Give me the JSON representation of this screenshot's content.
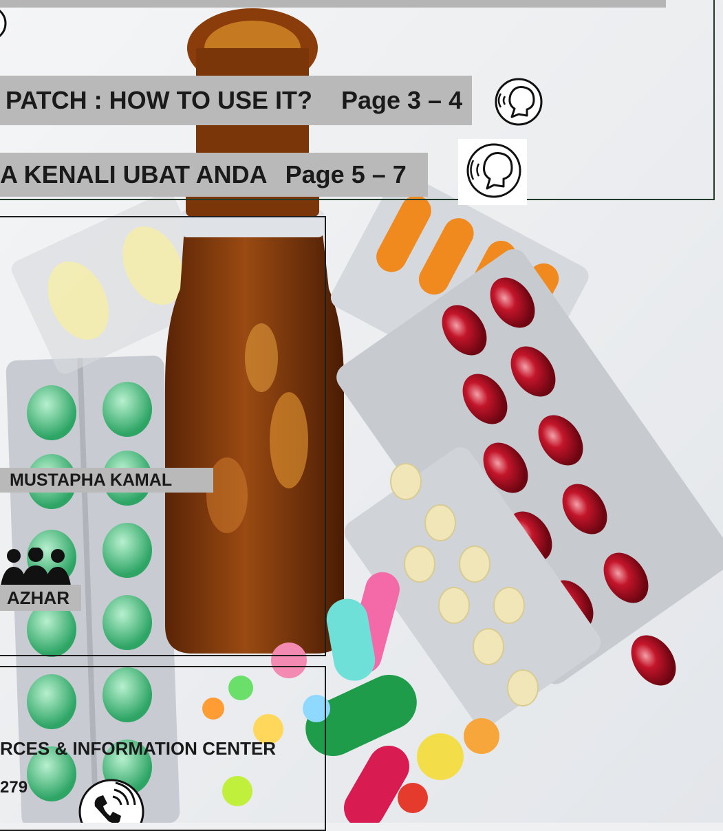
{
  "toc": {
    "items": [
      {
        "title": "PATCH : HOW TO USE IT?",
        "pages": "Page 3 – 4"
      },
      {
        "title": "A KENALI UBAT ANDA",
        "pages": "Page 5 – 7"
      }
    ]
  },
  "credits": {
    "name_1": "MUSTAPHA KAMAL",
    "name_2": "AZHAR"
  },
  "contact": {
    "center": "RCES & INFORMATION CENTER",
    "phone": "279"
  },
  "icons": {
    "audio": "speaking-head-icon",
    "team": "people-group-icon",
    "phone": "phone-icon"
  },
  "colors": {
    "label_band": "#b9b9b9",
    "toc_border": "#213a2a",
    "text": "#1a1a1a"
  }
}
